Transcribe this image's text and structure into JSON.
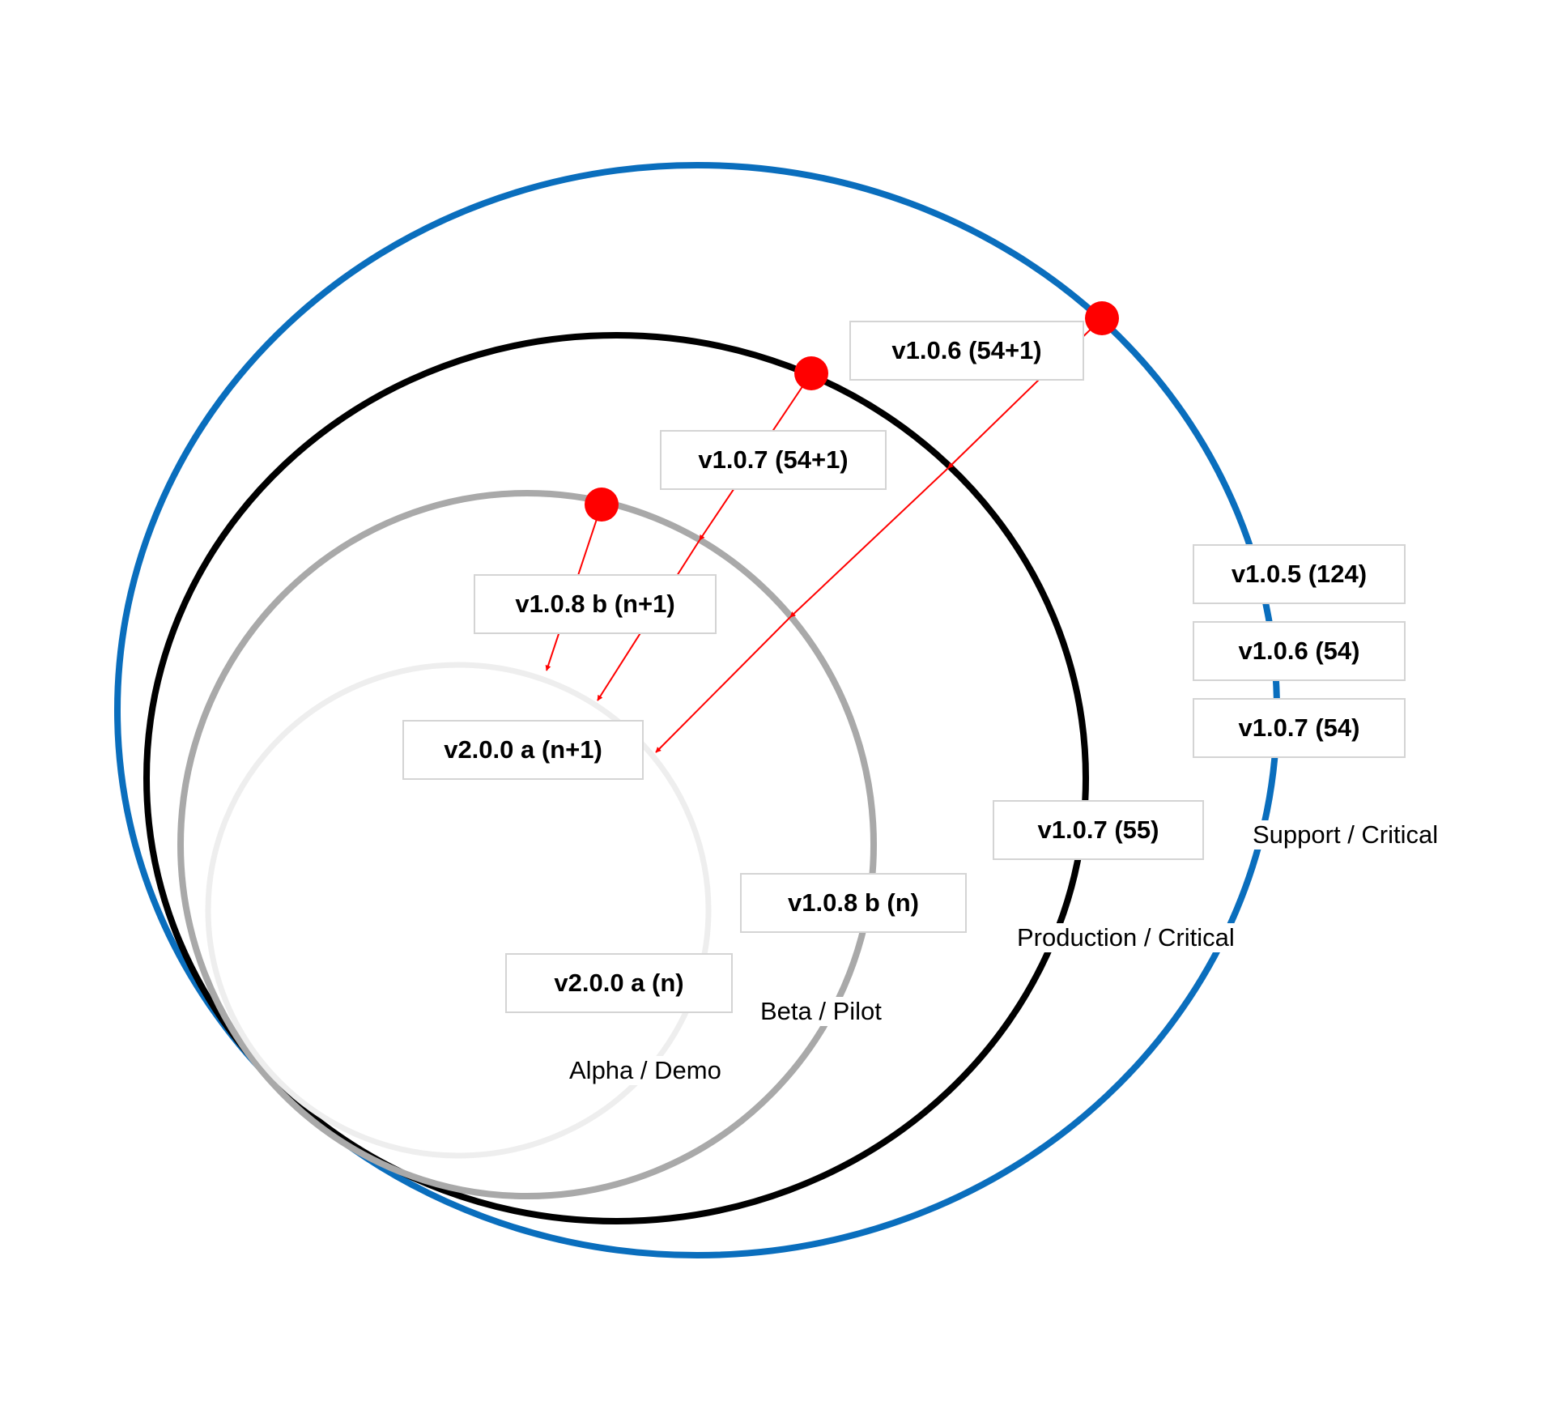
{
  "colors": {
    "support_ring": "#0a6ebd",
    "production_ring": "#000000",
    "beta_ring": "#a9a9a9",
    "alpha_ring": "#eeeeee",
    "arrow": "#ff0000",
    "box_border": "#d4d4d4"
  },
  "rings": {
    "support": "Support / Critical",
    "production": "Production / Critical",
    "beta": "Beta / Pilot",
    "alpha": "Alpha / Demo"
  },
  "versions": {
    "support_v105": "v1.0.5 (124)",
    "support_v106": "v1.0.6 (54)",
    "support_v107": "v1.0.7 (54)",
    "production_v107": "v1.0.7 (55)",
    "beta_v108": "v1.0.8 b (n)",
    "alpha_v200": "v2.0.0 a (n)"
  },
  "transitions": {
    "v106_next": "v1.0.6 (54+1)",
    "v107_next": "v1.0.7 (54+1)",
    "v108_next": "v1.0.8 b (n+1)",
    "v200_next": "v2.0.0 a (n+1)"
  }
}
